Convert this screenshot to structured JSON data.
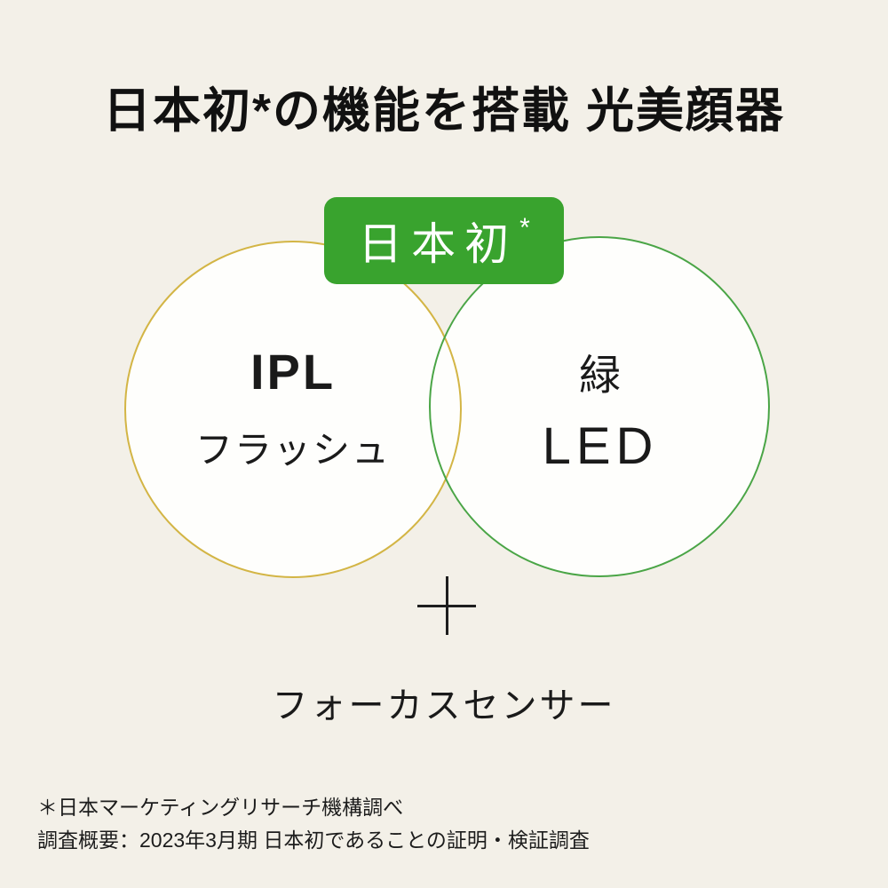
{
  "page": {
    "background_color": "#f3f0e8",
    "text_color": "#1a1a1a"
  },
  "title": {
    "text": "日本初*の機能を搭載 光美顔器"
  },
  "badge": {
    "label": "日本初",
    "asterisk": "*",
    "color": "#39a32e",
    "text_color": "#ffffff"
  },
  "venn": {
    "left_circle": {
      "line1": "IPL",
      "line2": "フラッシュ",
      "stroke": "#d3b545",
      "fill": "#fefefc"
    },
    "right_circle": {
      "line1": "緑",
      "line2": "LED",
      "stroke": "#4aa546",
      "fill": "#fefefc"
    }
  },
  "plus_icon": "plus",
  "feature_label": {
    "text": "フォーカスセンサー"
  },
  "footnote": {
    "line1": "＊日本マーケティングリサーチ機構調べ",
    "line2": "調査概要：2023年3月期 日本初であることの証明・検証調査"
  }
}
